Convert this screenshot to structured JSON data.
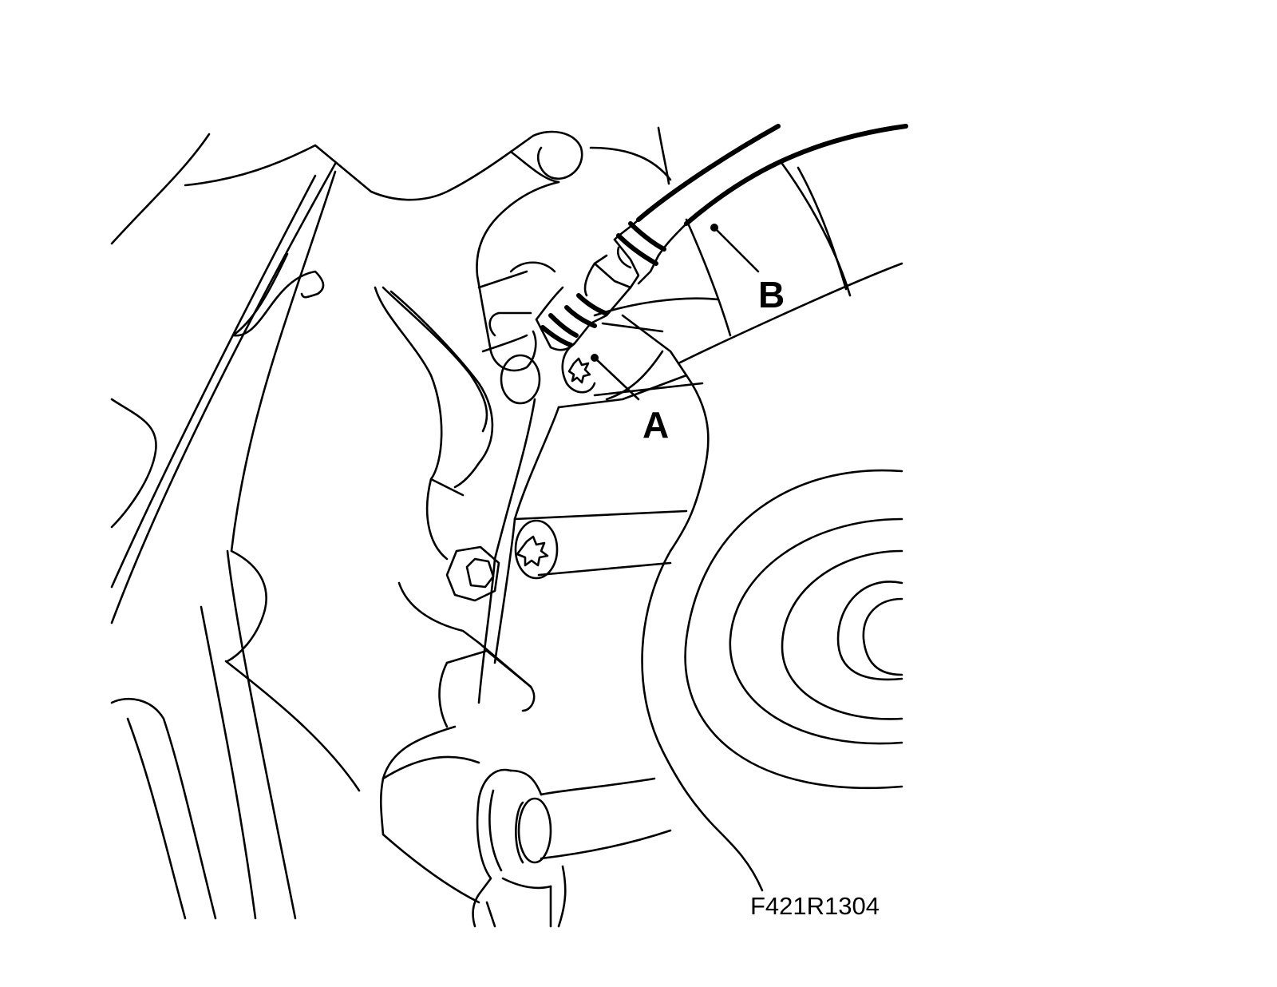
{
  "figure": {
    "callouts": [
      {
        "id": "A",
        "label": "A"
      },
      {
        "id": "B",
        "label": "B"
      }
    ],
    "figure_code": "F421R1304",
    "colors": {
      "line": "#000000",
      "background": "#ffffff"
    }
  }
}
